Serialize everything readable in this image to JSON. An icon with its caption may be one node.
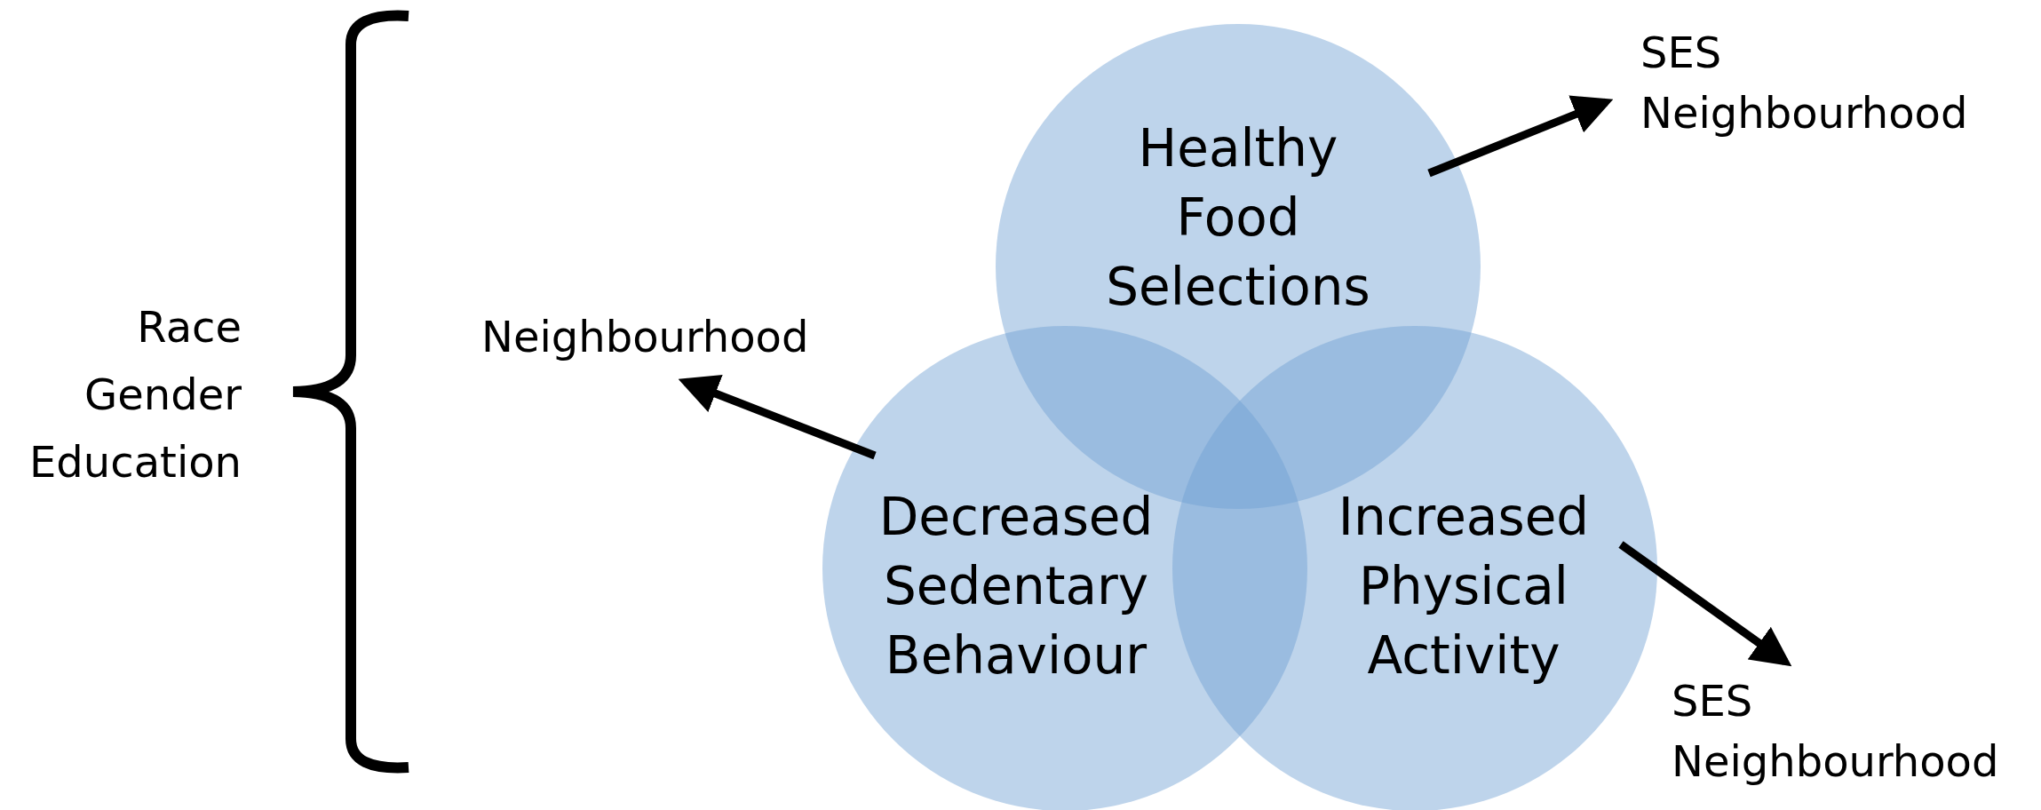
{
  "diagram": {
    "nodes": [
      {
        "text": [
          "Healthy Food Selections"
        ]
      },
      {
        "text": [
          "Decreased Sedentary Behaviour"
        ]
      },
      {
        "text": [
          "Increased Physical Activity"
        ]
      },
      {
        "text": [
          "SES Neighbourhood"
        ]
      },
      {
        "text": [
          "Neighbourhood"
        ]
      },
      {
        "text": [
          "SES Neighbourhood"
        ]
      }
    ],
    "edges": [
      {
        "from": 0,
        "to": 3,
        "arrow": "to"
      },
      {
        "from": 1,
        "to": 4,
        "arrow": "to"
      },
      {
        "from": 2,
        "to": 5,
        "arrow": "to"
      }
    ],
    "labels": [
      "Race Gender Education"
    ]
  }
}
